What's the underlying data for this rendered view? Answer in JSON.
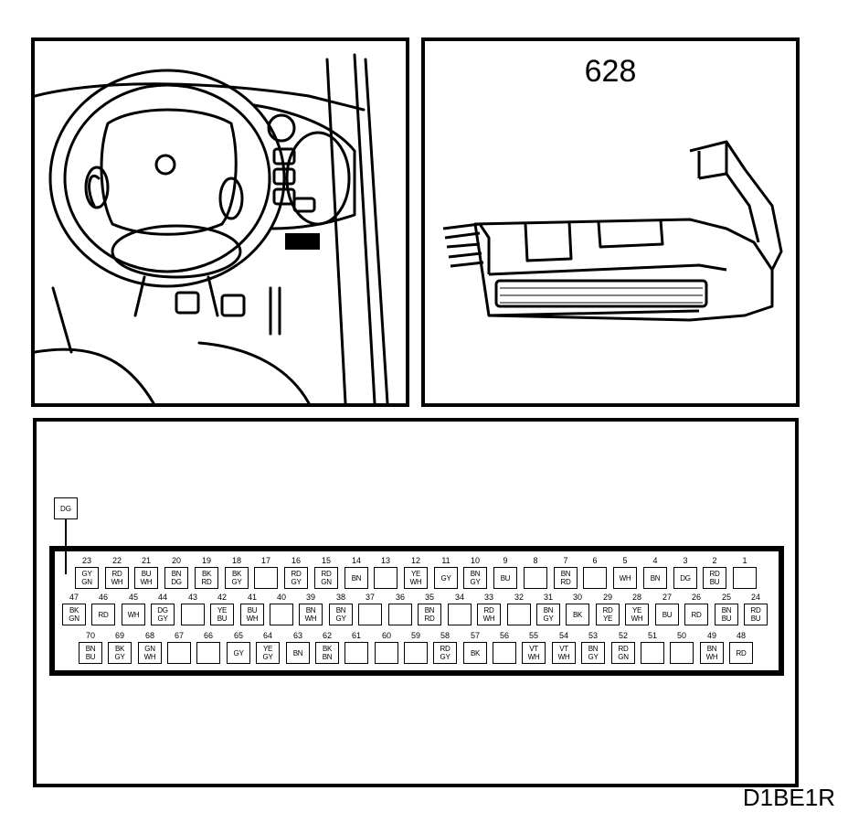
{
  "connector_number": "628",
  "figure_code": "D1BE1R",
  "extra_wire": {
    "color": "DG"
  },
  "pins_row1": [
    {
      "n": "23",
      "c": [
        "GY",
        "GN"
      ]
    },
    {
      "n": "22",
      "c": [
        "RD",
        "WH"
      ]
    },
    {
      "n": "21",
      "c": [
        "BU",
        "WH"
      ]
    },
    {
      "n": "20",
      "c": [
        "BN",
        "DG"
      ]
    },
    {
      "n": "19",
      "c": [
        "BK",
        "RD"
      ]
    },
    {
      "n": "18",
      "c": [
        "BK",
        "GY"
      ]
    },
    {
      "n": "17",
      "c": []
    },
    {
      "n": "16",
      "c": [
        "RD",
        "GY"
      ]
    },
    {
      "n": "15",
      "c": [
        "RD",
        "GN"
      ]
    },
    {
      "n": "14",
      "c": [
        "BN"
      ]
    },
    {
      "n": "13",
      "c": []
    },
    {
      "n": "12",
      "c": [
        "YE",
        "WH"
      ]
    },
    {
      "n": "11",
      "c": [
        "GY"
      ]
    },
    {
      "n": "10",
      "c": [
        "BN",
        "GY"
      ]
    },
    {
      "n": "9",
      "c": [
        "BU"
      ]
    },
    {
      "n": "8",
      "c": []
    },
    {
      "n": "7",
      "c": [
        "BN",
        "RD"
      ]
    },
    {
      "n": "6",
      "c": []
    },
    {
      "n": "5",
      "c": [
        "WH"
      ]
    },
    {
      "n": "4",
      "c": [
        "BN"
      ]
    },
    {
      "n": "3",
      "c": [
        "DG"
      ]
    },
    {
      "n": "2",
      "c": [
        "RD",
        "BU"
      ]
    },
    {
      "n": "1",
      "c": []
    }
  ],
  "pins_row2": [
    {
      "n": "47",
      "c": [
        "BK",
        "GN"
      ]
    },
    {
      "n": "46",
      "c": [
        "RD"
      ]
    },
    {
      "n": "45",
      "c": [
        "WH"
      ]
    },
    {
      "n": "44",
      "c": [
        "DG",
        "GY"
      ]
    },
    {
      "n": "43",
      "c": []
    },
    {
      "n": "42",
      "c": [
        "YE",
        "BU"
      ]
    },
    {
      "n": "41",
      "c": [
        "BU",
        "WH"
      ]
    },
    {
      "n": "40",
      "c": []
    },
    {
      "n": "39",
      "c": [
        "BN",
        "WH"
      ]
    },
    {
      "n": "38",
      "c": [
        "BN",
        "GY"
      ]
    },
    {
      "n": "37",
      "c": []
    },
    {
      "n": "36",
      "c": []
    },
    {
      "n": "35",
      "c": [
        "BN",
        "RD"
      ]
    },
    {
      "n": "34",
      "c": []
    },
    {
      "n": "33",
      "c": [
        "RD",
        "WH"
      ]
    },
    {
      "n": "32",
      "c": []
    },
    {
      "n": "31",
      "c": [
        "BN",
        "GY"
      ]
    },
    {
      "n": "30",
      "c": [
        "BK"
      ]
    },
    {
      "n": "29",
      "c": [
        "RD",
        "YE"
      ]
    },
    {
      "n": "28",
      "c": [
        "YE",
        "WH"
      ]
    },
    {
      "n": "27",
      "c": [
        "BU"
      ]
    },
    {
      "n": "26",
      "c": [
        "RD"
      ]
    },
    {
      "n": "25",
      "c": [
        "BN",
        "BU"
      ]
    },
    {
      "n": "24",
      "c": [
        "RD",
        "BU"
      ]
    }
  ],
  "pins_row3": [
    {
      "n": "70",
      "c": [
        "BN",
        "BU"
      ]
    },
    {
      "n": "69",
      "c": [
        "BK",
        "GY"
      ]
    },
    {
      "n": "68",
      "c": [
        "GN",
        "WH"
      ]
    },
    {
      "n": "67",
      "c": []
    },
    {
      "n": "66",
      "c": []
    },
    {
      "n": "65",
      "c": [
        "GY"
      ]
    },
    {
      "n": "64",
      "c": [
        "YE",
        "GY"
      ]
    },
    {
      "n": "63",
      "c": [
        "BN"
      ]
    },
    {
      "n": "62",
      "c": [
        "BK",
        "BN"
      ]
    },
    {
      "n": "61",
      "c": []
    },
    {
      "n": "60",
      "c": []
    },
    {
      "n": "59",
      "c": []
    },
    {
      "n": "58",
      "c": [
        "RD",
        "GY"
      ]
    },
    {
      "n": "57",
      "c": [
        "BK"
      ]
    },
    {
      "n": "56",
      "c": []
    },
    {
      "n": "55",
      "c": [
        "VT",
        "WH"
      ]
    },
    {
      "n": "54",
      "c": [
        "VT",
        "WH"
      ]
    },
    {
      "n": "53",
      "c": [
        "BN",
        "GY"
      ]
    },
    {
      "n": "52",
      "c": [
        "RD",
        "GN"
      ]
    },
    {
      "n": "51",
      "c": []
    },
    {
      "n": "50",
      "c": []
    },
    {
      "n": "49",
      "c": [
        "BN",
        "WH"
      ]
    },
    {
      "n": "48",
      "c": [
        "RD"
      ]
    }
  ]
}
